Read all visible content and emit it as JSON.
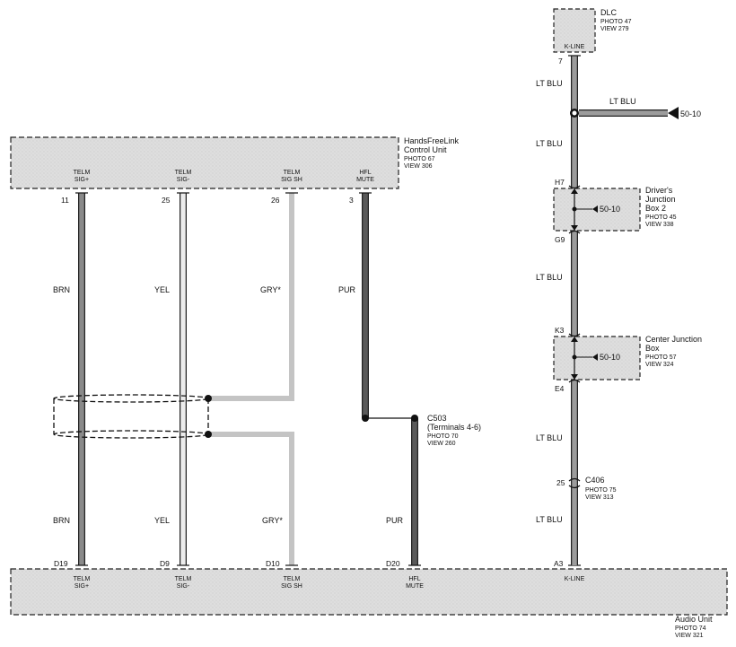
{
  "components": {
    "hfl": {
      "name_line1": "HandsFreeLink",
      "name_line2": "Control Unit",
      "photo": "PHOTO 67",
      "view": "VIEW 306"
    },
    "audio": {
      "name": "Audio Unit",
      "photo": "PHOTO 74",
      "view": "VIEW 321"
    },
    "dlc": {
      "name": "DLC",
      "photo": "PHOTO 47",
      "view": "VIEW 279",
      "terminal": "K-LINE",
      "pin": "7"
    },
    "djb": {
      "name_line1": "Driver's",
      "name_line2": "Junction",
      "name_line3": "Box 2",
      "photo": "PHOTO 45",
      "view": "VIEW 338",
      "pin_top": "H7",
      "pin_bottom": "G9",
      "ref": "50-10"
    },
    "cjb": {
      "name_line1": "Center Junction",
      "name_line2": "Box",
      "photo": "PHOTO 57",
      "view": "VIEW 324",
      "pin_top": "K3",
      "pin_bottom": "E4",
      "ref": "50-10"
    },
    "c503": {
      "name": "C503",
      "terminals": "(Terminals 4-6)",
      "photo": "PHOTO 70",
      "view": "VIEW 260"
    },
    "c406": {
      "name": "C406",
      "photo": "PHOTO 75",
      "view": "VIEW 313",
      "pin": "25"
    }
  },
  "hfl_terminals": [
    {
      "line1": "TELM",
      "line2": "SIG+",
      "pin": "11"
    },
    {
      "line1": "TELM",
      "line2": "SIG-",
      "pin": "25"
    },
    {
      "line1": "TELM",
      "line2": "SIG SH",
      "pin": "26"
    },
    {
      "line1": "HFL",
      "line2": "MUTE",
      "pin": "3"
    }
  ],
  "audio_terminals": [
    {
      "line1": "TELM",
      "line2": "SIG+",
      "pin": "D19"
    },
    {
      "line1": "TELM",
      "line2": "SIG-",
      "pin": "D9"
    },
    {
      "line1": "TELM",
      "line2": "SIG SH",
      "pin": "D10"
    },
    {
      "line1": "HFL",
      "line2": "MUTE",
      "pin": "D20"
    },
    {
      "line1": "K-LINE",
      "line2": "",
      "pin": "A3"
    }
  ],
  "wire_colors": {
    "brn_top": "BRN",
    "yel_top": "YEL",
    "gry_top": "GRY*",
    "pur_top": "PUR",
    "brn_bot": "BRN",
    "yel_bot": "YEL",
    "gry_bot": "GRY*",
    "pur_bot": "PUR",
    "ltblu_1": "LT BLU",
    "ltblu_branch": "LT BLU",
    "ltblu_2": "LT BLU",
    "ltblu_3": "LT BLU",
    "ltblu_4": "LT BLU",
    "ltblu_5": "LT BLU"
  },
  "branch_ref": "50-10",
  "colors": {
    "brn": "#7a7a7a",
    "yel": "#e8e8e8",
    "gry": "#c4c4c4",
    "pur": "#555555",
    "ltblu": "#9a9a9a",
    "box_fill": "#dcdcdc"
  }
}
